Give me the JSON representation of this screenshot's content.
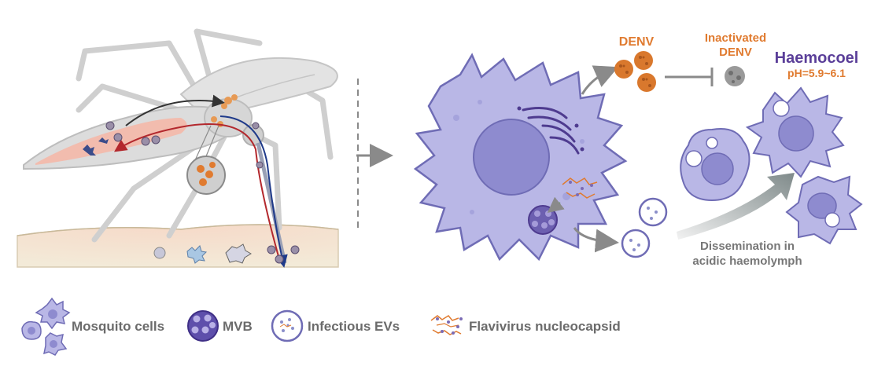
{
  "labels": {
    "denv": "DENV",
    "inactivated_line1": "Inactivated",
    "inactivated_line2": "DENV",
    "haemocoel": "Haemocoel",
    "ph": "pH=5.9~6.1",
    "dissemination_line1": "Dissemination in",
    "dissemination_line2": "acidic haemolymph"
  },
  "legend": [
    {
      "label": "Mosquito cells"
    },
    {
      "label": "MVB"
    },
    {
      "label": "Infectious EVs"
    },
    {
      "label": "Flavivirus nucleocapsid"
    }
  ],
  "colors": {
    "cell_fill": "#b9b7e6",
    "cell_stroke": "#6f6cb5",
    "nucleus": "#8e8bcf",
    "virus_orange": "#d9782d",
    "label_orange": "#e07b30",
    "label_purple": "#5b3f99",
    "arrow_gray": "#8a8a8a",
    "mosquito_gray": "#d4d4d4",
    "gut_pink": "#f4b8a8",
    "skin": "#f1e6cf"
  }
}
